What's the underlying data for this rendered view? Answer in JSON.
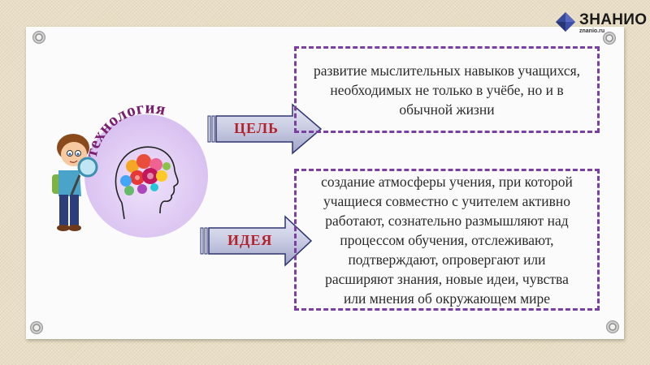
{
  "logo": {
    "title": "ЗНАНИО",
    "subtitle": "znanio.ru",
    "icon": "diamond-logo-icon"
  },
  "colors": {
    "box_border": "#7a3fa0",
    "label_text": "#b3222a",
    "arrow_fill": "#c7c9e0",
    "circle_fill": "#dcc6f2",
    "arc_text": "#7a1f6e"
  },
  "illustration": {
    "arc_title": "технология",
    "description": "boy with magnifying glass looking at head silhouette with colorful gears brain"
  },
  "rows": [
    {
      "label": "ЦЕЛЬ",
      "text_lines": [
        "развитие мыслительных навыков учащихся,",
        "необходимых не только в учёбе, но и в",
        "обычной жизни"
      ]
    },
    {
      "label": "ИДЕЯ",
      "text_lines": [
        "создание атмосферы учения, при которой",
        "учащиеся совместно с учителем активно",
        "работают, сознательно размышляют над",
        "процессом обучения, отслеживают,",
        "подтверждают, опровергают или",
        "расширяют знания, новые идеи, чувства",
        "или мнения об окружающем мире"
      ]
    }
  ]
}
